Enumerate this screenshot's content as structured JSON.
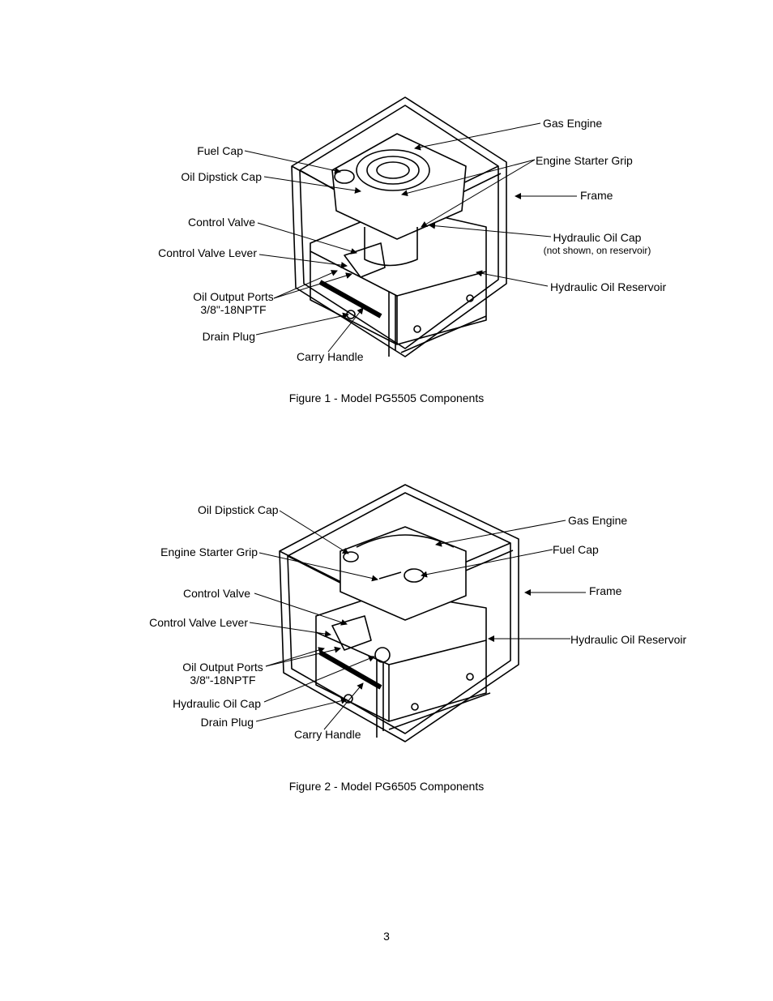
{
  "figure1": {
    "caption": "Figure 1 - Model PG5505 Components",
    "labels": {
      "gas_engine": "Gas Engine",
      "fuel_cap": "Fuel Cap",
      "engine_starter_grip": "Engine Starter Grip",
      "oil_dipstick_cap": "Oil Dipstick Cap",
      "frame": "Frame",
      "control_valve": "Control Valve",
      "hydraulic_oil_cap": "Hydraulic Oil Cap",
      "hydraulic_oil_cap_note": "(not shown, on reservoir)",
      "control_valve_lever": "Control Valve Lever",
      "hydraulic_oil_reservoir": "Hydraulic Oil Reservoir",
      "oil_output_ports": "Oil Output Ports",
      "oil_output_ports_spec": "3/8\"-18NPTF",
      "drain_plug": "Drain Plug",
      "carry_handle": "Carry Handle"
    }
  },
  "figure2": {
    "caption": "Figure 2 - Model PG6505 Components",
    "labels": {
      "oil_dipstick_cap": "Oil Dipstick Cap",
      "gas_engine": "Gas Engine",
      "engine_starter_grip": "Engine Starter Grip",
      "fuel_cap": "Fuel Cap",
      "frame": "Frame",
      "control_valve": "Control Valve",
      "control_valve_lever": "Control Valve Lever",
      "hydraulic_oil_reservoir": "Hydraulic Oil Reservoir",
      "oil_output_ports": "Oil Output Ports",
      "oil_output_ports_spec": "3/8\"-18NPTF",
      "hydraulic_oil_cap": "Hydraulic Oil Cap",
      "drain_plug": "Drain Plug",
      "carry_handle": "Carry Handle"
    }
  },
  "page_number": "3"
}
